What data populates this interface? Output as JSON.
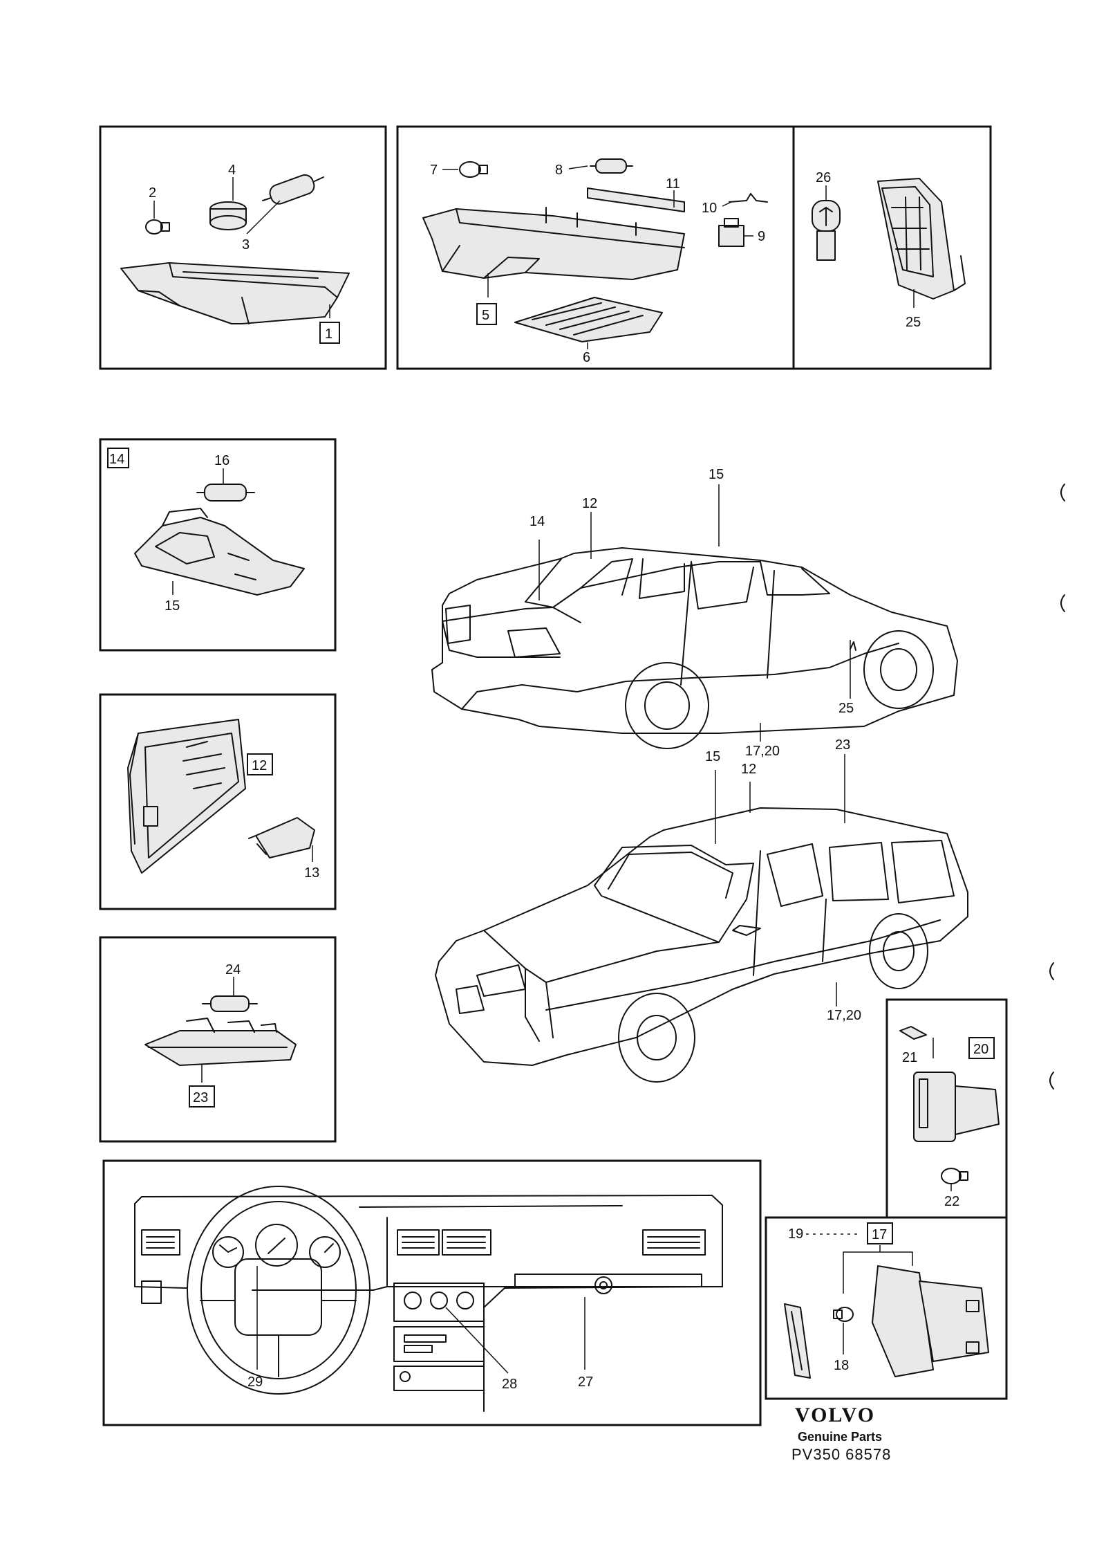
{
  "sheet": {
    "callouts": {
      "c1": "1",
      "c2": "2",
      "c3": "3",
      "c4": "4",
      "c5": "5",
      "c6": "6",
      "c7": "7",
      "c8": "8",
      "c9": "9",
      "c10": "10",
      "c11": "11",
      "c12": "12",
      "c13": "13",
      "c14": "14",
      "c15": "15",
      "c16": "16",
      "c17": "17",
      "c18": "18",
      "c19": "19",
      "c20": "20",
      "c21": "21",
      "c22": "22",
      "c23": "23",
      "c24": "24",
      "c25": "25",
      "c26": "26",
      "c27": "27",
      "c28": "28",
      "c29": "29",
      "c17_20": "17,20"
    },
    "footer": {
      "brand": "VOLVO",
      "subtitle": "Genuine Parts",
      "ref": "PV350 68578"
    }
  }
}
